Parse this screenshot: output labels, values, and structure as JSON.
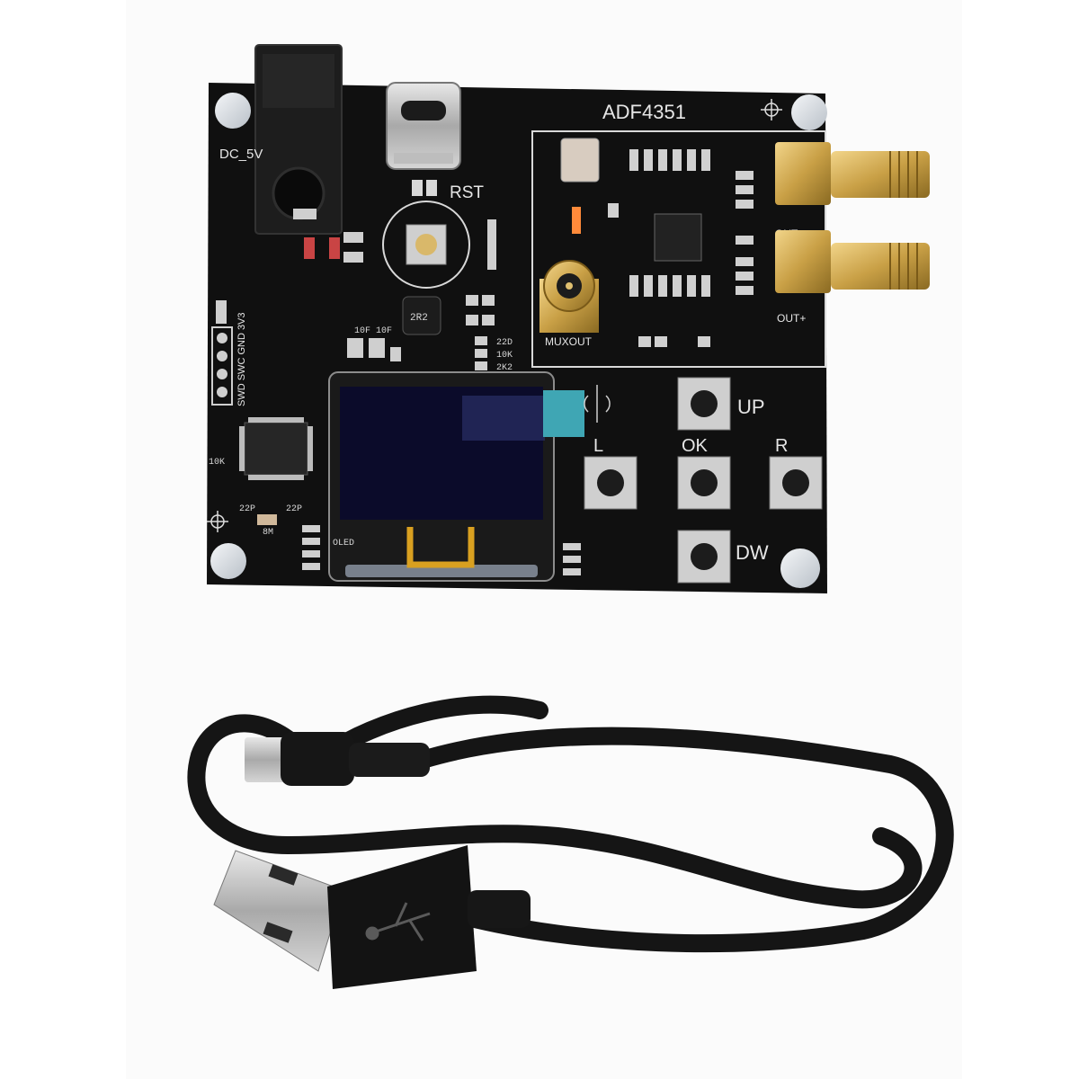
{
  "board": {
    "title": "ADF4351",
    "power_label": "DC_5V",
    "reset_label": "RST",
    "muxout_label": "MUXOUT",
    "out_minus_label": "OUT-",
    "out_plus_label": "OUT+",
    "header_label": "SWD SWC GND 3V3",
    "oled_label": "OLED",
    "inductor_label": "2R2",
    "pad_labels": [
      "22D",
      "10K",
      "2K2",
      "10F",
      "10F",
      "10K",
      "22P",
      "22P",
      "8M"
    ],
    "colors": {
      "pcb": "#111111",
      "silkscreen": "#e6e6e6",
      "gold": "#c9a046",
      "oled_flex": "#d9a020"
    }
  },
  "buttons": {
    "up": "UP",
    "left": "L",
    "ok": "OK",
    "right": "R",
    "down": "DW"
  },
  "cable": {
    "connector_a": "usb-a-icon",
    "connector_b": "usb-c-icon",
    "logo": "usb-trident-icon",
    "color": "#151515"
  }
}
